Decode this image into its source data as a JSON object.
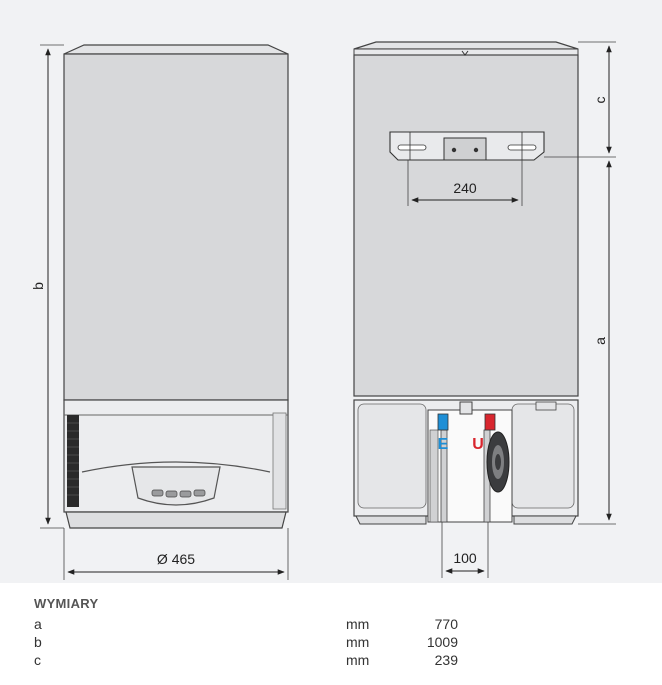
{
  "diagram": {
    "front_view": {
      "height_label": "b",
      "diameter_label": "Ø 465"
    },
    "side_view": {
      "height_label": "a",
      "top_offset_label": "c",
      "bracket_width_label": "240",
      "pipe_spacing_label": "100",
      "inlet_label": "E",
      "outlet_label": "U",
      "inlet_color": "#1e8fd6",
      "outlet_color": "#d8262e"
    }
  },
  "specs": {
    "title": "WYMIARY",
    "rows": [
      {
        "key": "a",
        "unit": "mm",
        "value": "770"
      },
      {
        "key": "b",
        "unit": "mm",
        "value": "1009"
      },
      {
        "key": "c",
        "unit": "mm",
        "value": "239"
      }
    ]
  }
}
